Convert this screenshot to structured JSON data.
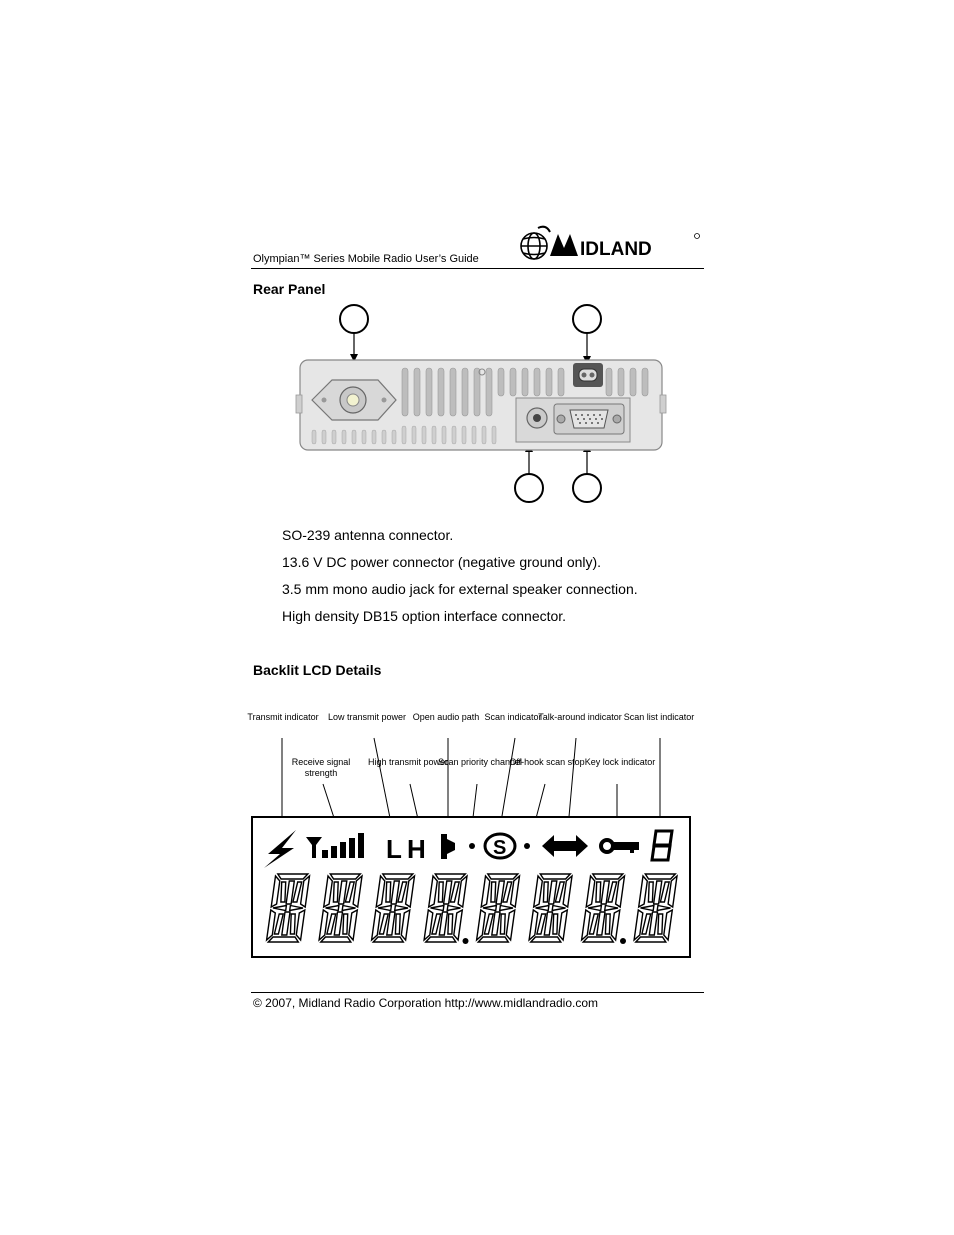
{
  "header": {
    "guide_title": "Olympian™ Series Mobile Radio User’s Guide",
    "brand": "MIDLAND"
  },
  "rear_panel": {
    "heading": "Rear Panel",
    "items": [
      "SO-239 antenna connector.",
      "13.6 V DC power connector (negative ground only).",
      "3.5 mm mono audio jack for external speaker connection.",
      "High density DB15 option interface connector."
    ]
  },
  "lcd": {
    "heading": "Backlit LCD Details",
    "labels": [
      "Transmit indicator",
      "Low transmit power",
      "Open audio path",
      "Scan indicator",
      "Talk-around indicator",
      "Scan list indicator",
      "Receive signal strength",
      "High transmit power",
      "Scan priority channel",
      "Off-hook scan stop",
      "Key lock indicator"
    ],
    "icons": [
      "lightning-icon",
      "antenna-signal-icon",
      "L",
      "H",
      "speaker-icon",
      "scan-s-icon",
      "double-arrow-icon",
      "key-icon",
      "segment-digit-icon"
    ],
    "glyph_L": "L",
    "glyph_H": "H",
    "glyph_S": "S"
  },
  "footer": {
    "text": "© 2007, Midland Radio Corporation http://www.midlandradio.com"
  }
}
